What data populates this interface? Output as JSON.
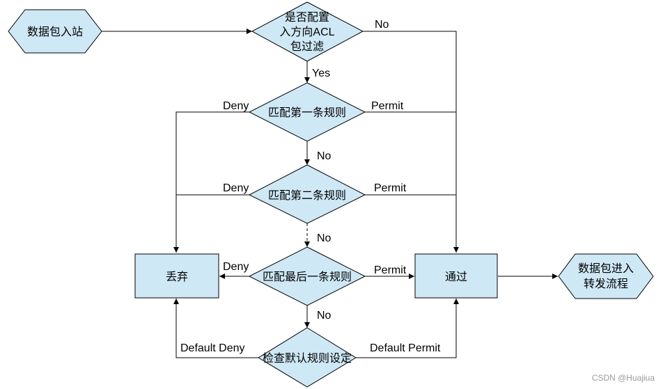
{
  "nodes": {
    "start": "数据包入站",
    "check_acl": [
      "是否配置",
      "入方向ACL",
      "包过滤"
    ],
    "rule1": "匹配第一条规则",
    "rule2": "匹配第二条规则",
    "rule_last": "匹配最后一条规则",
    "default_rule": "检查默认规则设定",
    "discard": "丢弃",
    "pass": "通过",
    "end": [
      "数据包进入",
      "转发流程"
    ]
  },
  "edge_labels": {
    "no": "No",
    "yes": "Yes",
    "deny": "Deny",
    "permit": "Permit",
    "default_deny": "Default Deny",
    "default_permit": "Default Permit"
  },
  "watermark": "CSDN @Huajiua",
  "colors": {
    "node_fill": "#cfe8f6",
    "stroke": "#000000",
    "watermark": "#9a9a9a"
  }
}
